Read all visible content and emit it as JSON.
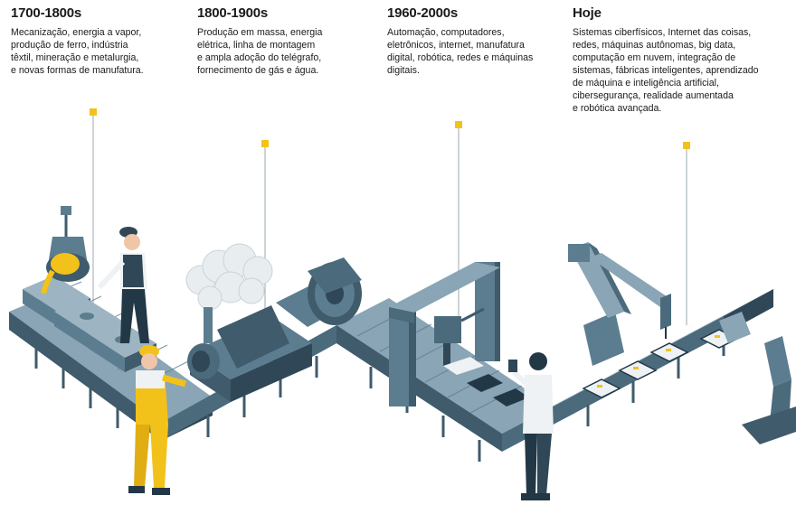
{
  "eras": [
    {
      "period": "1700-1800s",
      "description": "Mecanização, energia a vapor,\nprodução de ferro, indústria\ntêxtil, mineração e metalurgia,\ne novas formas de manufatura."
    },
    {
      "period": "1800-1900s",
      "description": "Produção em massa, energia\nelétrica, linha de montagem\ne ampla adoção do telégrafo,\nfornecimento de gás e água."
    },
    {
      "period": "1960-2000s",
      "description": "Automação, computadores,\neletrônicos, internet, manufatura\ndigital, robótica, redes e máquinas\ndigitais."
    },
    {
      "period": "Hoje",
      "description": "Sistemas ciberfísicos, Internet das coisas,\nredes, máquinas autônomas, big data,\ncomputação em nuvem, integração de\nsistemas, fábricas inteligentes, aprendizado\nde máquina e inteligência artificial,\ncibersegurança, realidade aumentada\ne robótica avançada."
    }
  ],
  "colors": {
    "marker": "#f2c21b",
    "conveyor": "#5c7d90",
    "conveyor_dark": "#3f5b6c",
    "conveyor_light": "#8aa5b5",
    "worker_yellow": "#f2c21b",
    "smoke": "#e8edf0"
  }
}
